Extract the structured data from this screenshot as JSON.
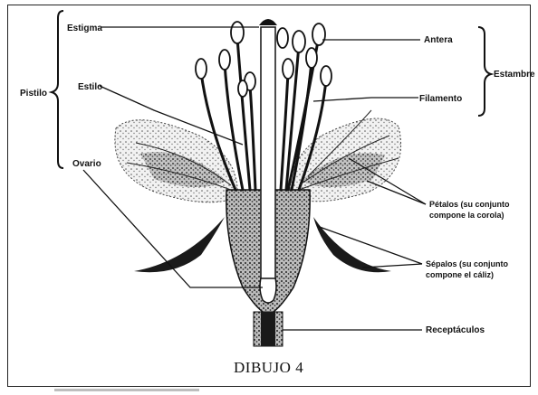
{
  "diagram": {
    "caption": "DIBUJO 4",
    "labels": {
      "pistilo": "Pistilo",
      "estigma": "Estigma",
      "estilo": "Estilo",
      "ovario": "Ovario",
      "antera": "Antera",
      "estambre": "Estambre",
      "filamento": "Filamento",
      "petalos_1": "Pétalos (su conjunto",
      "petalos_2": "compone la corola)",
      "sepalos_1": "Sépalos (su conjunto",
      "sepalos_2": "compone el cáliz)",
      "receptaculo": "Receptáculos"
    }
  }
}
